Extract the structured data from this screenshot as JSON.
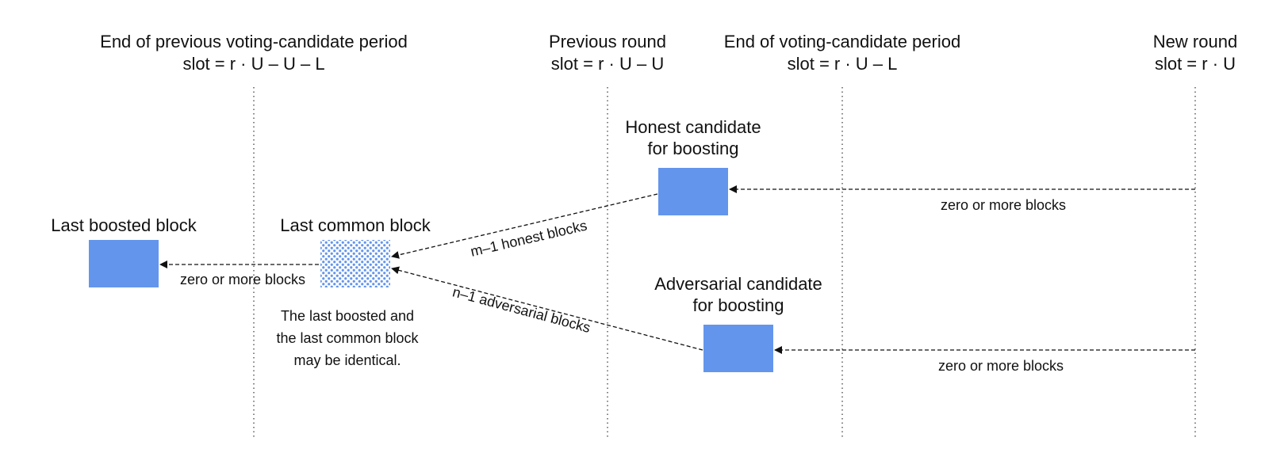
{
  "colors": {
    "block": "#6495ED",
    "pattern_dot": "#6495ED",
    "pattern_bg": "#ffffff",
    "line": "#111111"
  },
  "headers": [
    {
      "line1": "End of previous voting-candidate period",
      "line2": "slot = r · U – U – L"
    },
    {
      "line1": "Previous round",
      "line2": "slot = r · U – U"
    },
    {
      "line1": "End of voting-candidate period",
      "line2": "slot = r · U – L"
    },
    {
      "line1": "New round",
      "line2": "slot = r · U"
    }
  ],
  "blocks": {
    "last_boosted": {
      "label": "Last boosted block"
    },
    "last_common": {
      "label": "Last common block"
    },
    "honest": {
      "label_line1": "Honest candidate",
      "label_line2": "for boosting"
    },
    "adversarial": {
      "label_line1": "Adversarial candidate",
      "label_line2": "for boosting"
    }
  },
  "edges": {
    "common_to_boosted": "zero or more blocks",
    "honest_to_common": "m–1 honest blocks",
    "adversarial_to_common": "n–1 adversarial blocks",
    "newround_to_honest": "zero or more blocks",
    "newround_to_adversarial": "zero or more blocks"
  },
  "note": {
    "line1": "The last boosted and",
    "line2": "the last common block",
    "line3": "may be identical."
  }
}
